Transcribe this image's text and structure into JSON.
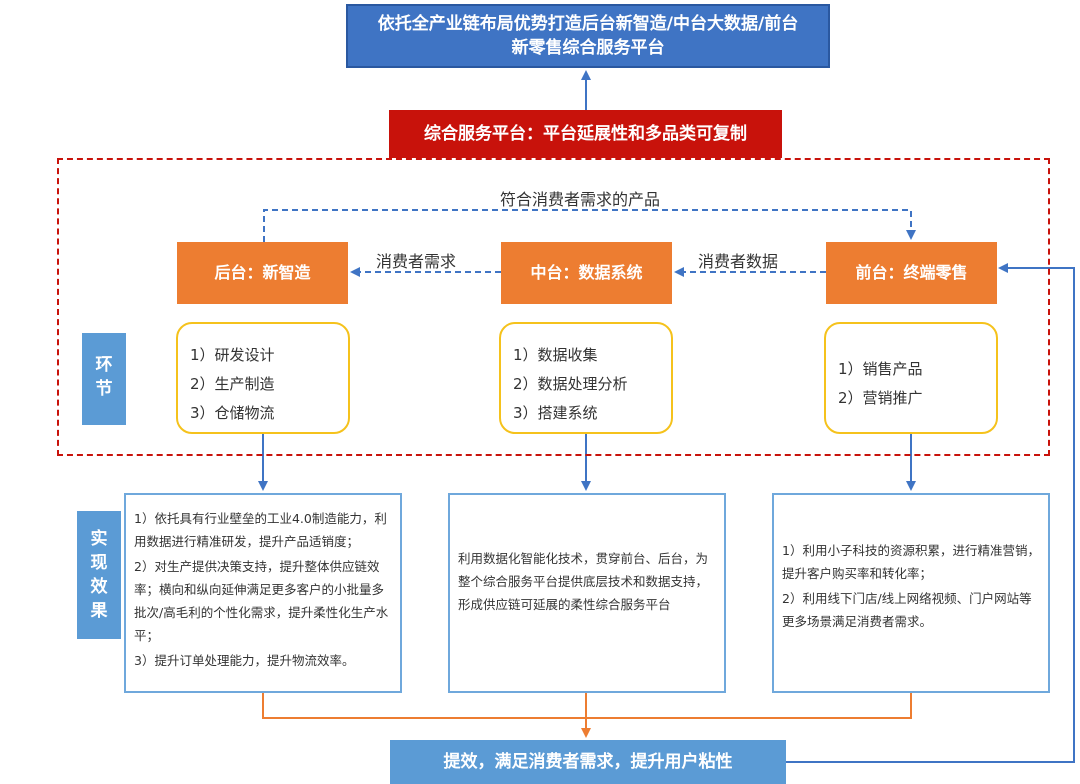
{
  "top_goal": {
    "line1": "依托全产业链布局优势打造后台新智造/中台大数据/前台",
    "line2": "新零售综合服务平台"
  },
  "platform": "综合服务平台：平台延展性和多品类可复制",
  "flow_labels": {
    "top_loop": "符合消费者需求的产品",
    "consumer_demand": "消费者需求",
    "consumer_data": "消费者数据"
  },
  "side_labels": {
    "links": [
      "环",
      "节"
    ],
    "effects": [
      "实",
      "现",
      "效",
      "果"
    ]
  },
  "backend": {
    "title": "后台：新智造",
    "items": [
      "1）研发设计",
      "2）生产制造",
      "3）仓储物流"
    ],
    "effect": [
      "1）依托具有行业壁垒的工业4.0制造能力，利用数据进行精准研发，提升产品适销度；",
      "2）对生产提供决策支持，提升整体供应链效率；横向和纵向延伸满足更多客户的小批量多批次/高毛利的个性化需求，提升柔性化生产水平；",
      "3）提升订单处理能力，提升物流效率。"
    ]
  },
  "middle": {
    "title": "中台：数据系统",
    "items": [
      "1）数据收集",
      "2）数据处理分析",
      "3）搭建系统"
    ],
    "effect": [
      "利用数据化智能化技术，贯穿前台、后台，为整个综合服务平台提供底层技术和数据支持，形成供应链可延展的柔性综合服务平台"
    ]
  },
  "frontend": {
    "title": "前台：终端零售",
    "items": [
      "1）销售产品",
      "2）营销推广"
    ],
    "effect": [
      "1）利用小子科技的资源积累，进行精准营销，提升客户购买率和转化率；",
      "2）利用线下门店/线上网络视频、门户网站等更多场景满足消费者需求。"
    ]
  },
  "outcome": "提效，满足消费者需求，提升用户粘性",
  "colors": {
    "blue_dark": "#3f74c4",
    "red": "#c8120b",
    "orange": "#ed7d31",
    "yellow": "#f5c21c",
    "blue_light": "#5b9bd5"
  }
}
